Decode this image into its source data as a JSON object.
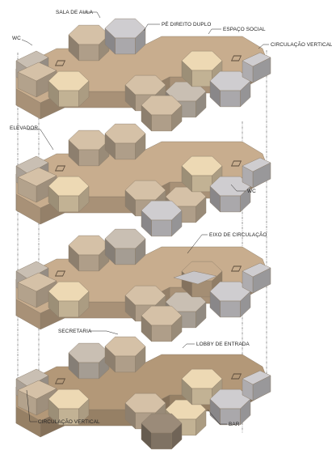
{
  "diagram": {
    "labels": {
      "sala_de_aula": "SALA DE AULA",
      "pe_direito_duplo": "PÉ DIREITO DUPLO",
      "espaco_social": "ESPAÇO SOCIAL",
      "wc_top": "WC",
      "circulacao_vertical_top": "CIRCULAÇÃO VERTICAL",
      "elevador": "ELEVADOR",
      "wc_second": "WC",
      "eixo_de_circulacao": "EIXO DE CIRCULAÇÃO",
      "secretaria": "SECRETARIA",
      "lobby_de_entrada": "LOBBY DE ENTRADA",
      "bar": "BAR",
      "circulacao_vertical_bottom": "CIRCULAÇÃO VERTICAL"
    },
    "colors": {
      "corridor": "#c8ad8e",
      "corridor_dark": "#b39878",
      "cream": "#edd9b4",
      "tan": "#d5c1a7",
      "grey_tan": "#c9bfb3",
      "grey": "#cfcdd0",
      "dark_grey": "#8f8b8c",
      "brown_side": "#9b8b79",
      "deep_brown": "#7a6855",
      "floor_edge": "#8a7a68"
    }
  }
}
